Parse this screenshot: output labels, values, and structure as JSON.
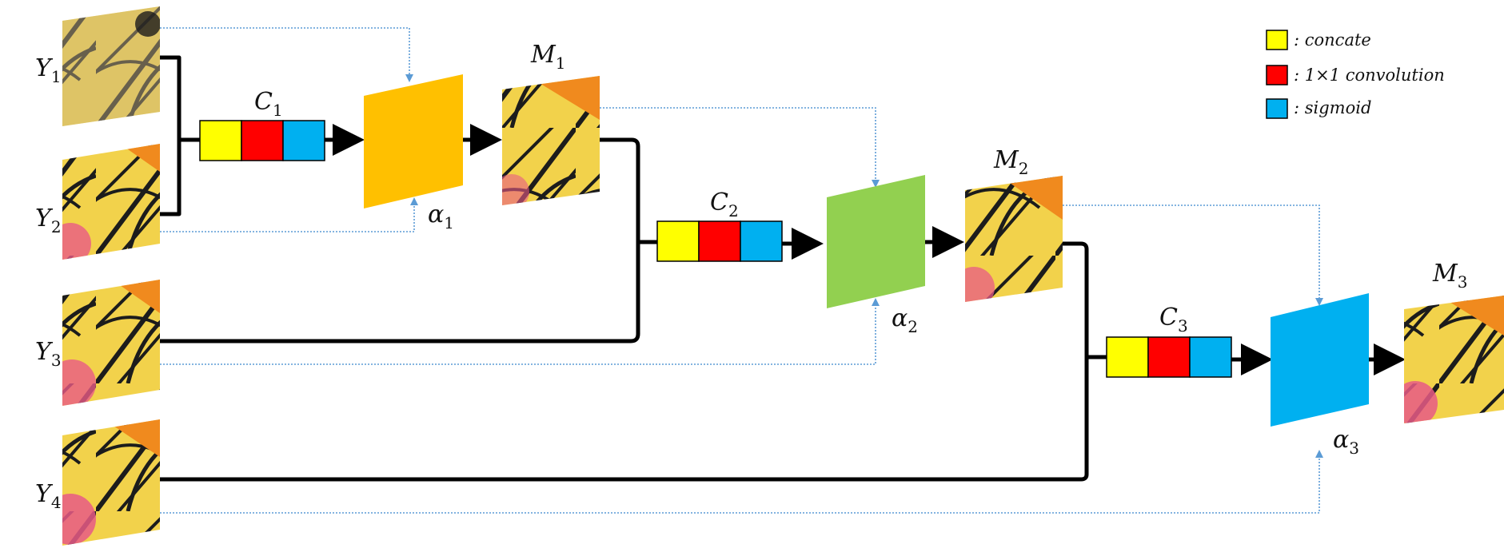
{
  "inputs": [
    {
      "base": "Y",
      "sub": "1"
    },
    {
      "base": "Y",
      "sub": "2"
    },
    {
      "base": "Y",
      "sub": "3"
    },
    {
      "base": "Y",
      "sub": "4"
    }
  ],
  "outputs": [
    {
      "base": "M",
      "sub": "1"
    },
    {
      "base": "M",
      "sub": "2"
    },
    {
      "base": "M",
      "sub": "3"
    }
  ],
  "blocks": [
    {
      "base": "C",
      "sub": "1"
    },
    {
      "base": "C",
      "sub": "2"
    },
    {
      "base": "C",
      "sub": "3"
    }
  ],
  "weights": [
    {
      "base": "α",
      "sub": "1",
      "color": "#ffc000"
    },
    {
      "base": "α",
      "sub": "2",
      "color": "#92d050"
    },
    {
      "base": "α",
      "sub": "3",
      "color": "#00b0f0"
    }
  ],
  "legend": [
    {
      "label": ": concate",
      "color": "#ffff00"
    },
    {
      "label": ": 1×1 convolution",
      "color": "#ff0000"
    },
    {
      "label": ": sigmoid",
      "color": "#00b0f0"
    }
  ],
  "colors": {
    "concate": "#ffff00",
    "convolution": "#ff0000",
    "sigmoid": "#00b0f0",
    "wing_yellow": "#f2d24b",
    "wing_dark": "#1c1c1c",
    "wing_orange": "#f08a1e",
    "flower_pink": "#e85a86",
    "guide_blue": "#5b9bd5"
  }
}
